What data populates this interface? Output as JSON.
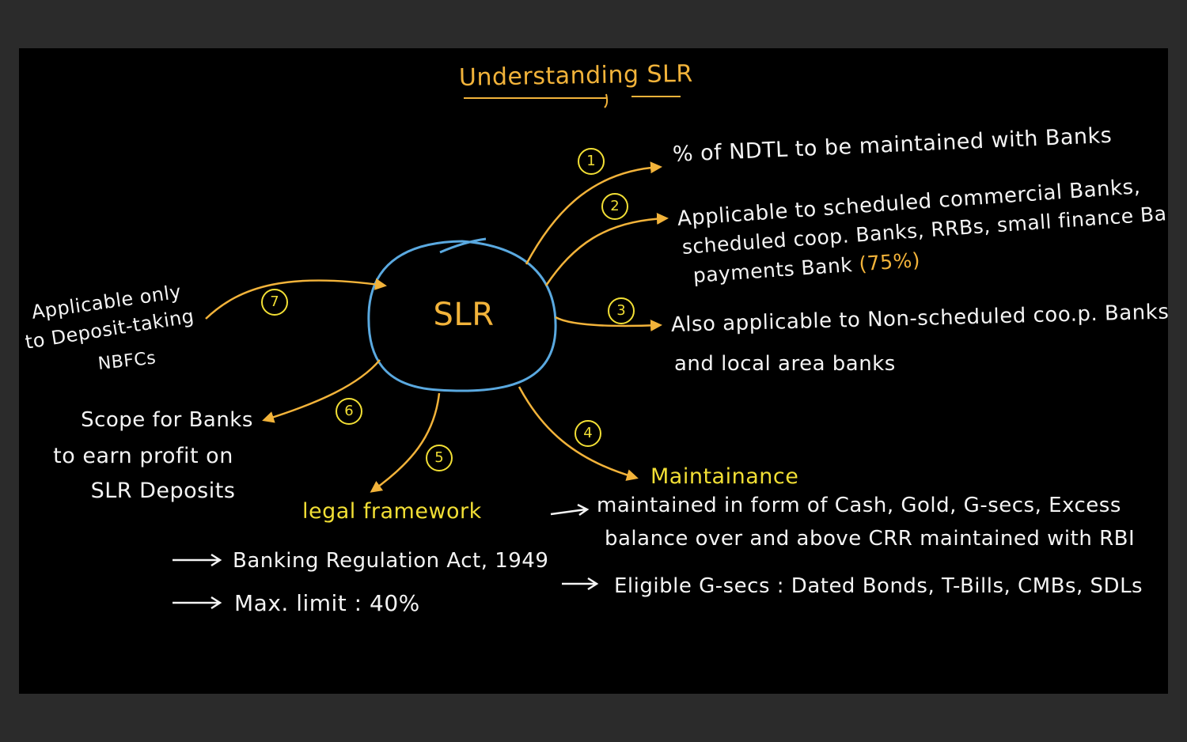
{
  "title": "Understanding SLR",
  "center": "SLR",
  "colors": {
    "background": "#000000",
    "frame": "#2b2b2b",
    "circle": "#5aa9e0",
    "arrow": "#f2b33a",
    "heading": "#f2df35",
    "text": "#f4f4f4"
  },
  "branches": [
    {
      "number": "1",
      "lines": [
        "% of NDTL to be maintained with Banks"
      ]
    },
    {
      "number": "2",
      "lines": [
        "Applicable to scheduled commercial Banks,",
        "scheduled coop. Banks, RRBs, small finance Banks",
        "payments Bank"
      ],
      "highlight": "(75%)"
    },
    {
      "number": "3",
      "lines": [
        "Also applicable to Non-scheduled coo.p. Banks",
        "and local area banks"
      ]
    },
    {
      "number": "4",
      "heading": "Maintainance",
      "points": [
        [
          "maintained in form of Cash, Gold, G-secs, Excess",
          "balance over and above CRR maintained with RBI"
        ],
        [
          "Eligible G-secs : Dated Bonds, T-Bills, CMBs, SDLs"
        ]
      ]
    },
    {
      "number": "5",
      "heading": "legal framework",
      "points": [
        "Banking Regulation Act, 1949",
        "Max. limit : 40%"
      ]
    },
    {
      "number": "6",
      "lines": [
        "Scope for Banks",
        "to earn profit on",
        "SLR Deposits"
      ]
    },
    {
      "number": "7",
      "lines": [
        "Applicable only",
        "to Deposit-taking",
        "NBFCs"
      ]
    }
  ]
}
